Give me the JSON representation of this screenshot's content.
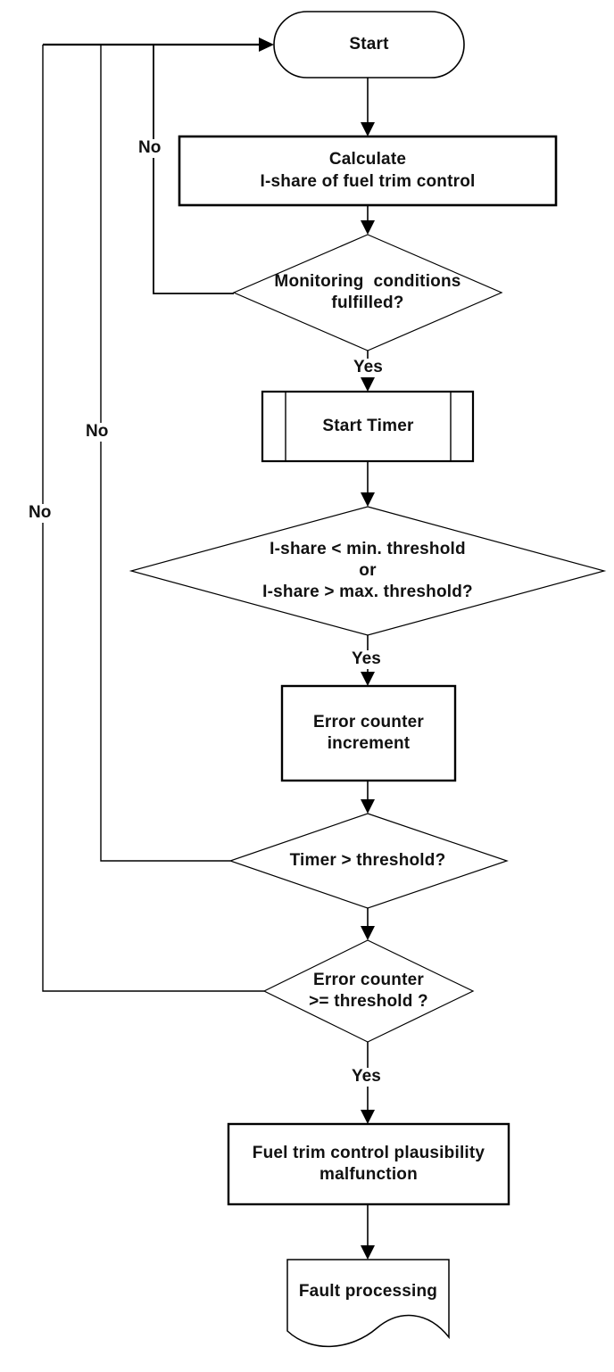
{
  "flowchart": {
    "nodes": {
      "start": {
        "type": "terminator",
        "label": "Start"
      },
      "calculate": {
        "type": "process",
        "label": "Calculate\nI-share of fuel trim control"
      },
      "monitoring": {
        "type": "decision",
        "label": "Monitoring  conditions\nfulfilled?"
      },
      "start_timer": {
        "type": "predefined-process",
        "label": "Start Timer"
      },
      "ishare_check": {
        "type": "decision",
        "label": "I-share < min. threshold\nor\nI-share > max. threshold?"
      },
      "error_increment": {
        "type": "process",
        "label": "Error counter\nincrement"
      },
      "timer_check": {
        "type": "decision",
        "label": "Timer > threshold?"
      },
      "error_check": {
        "type": "decision",
        "label": "Error counter\n>= threshold ?"
      },
      "malfunction": {
        "type": "process",
        "label": "Fuel trim control plausibility\nmalfunction"
      },
      "fault_processing": {
        "type": "document",
        "label": "Fault processing"
      }
    },
    "edge_labels": {
      "yes_monitoring": "Yes",
      "yes_ishare": "Yes",
      "yes_error": "Yes",
      "no_monitoring": "No",
      "no_timer": "No",
      "no_error": "No"
    },
    "colors": {
      "line": "#000000",
      "text": "#111111",
      "background": "#ffffff"
    }
  }
}
